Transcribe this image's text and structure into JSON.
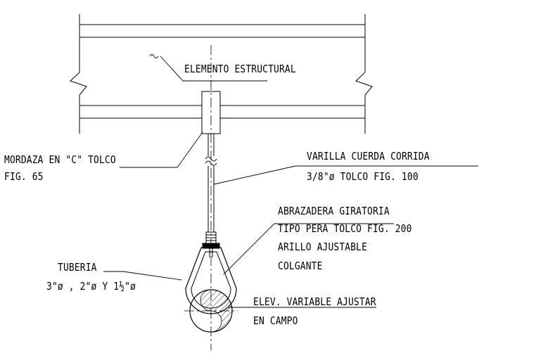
{
  "labels": {
    "structural": "ELEMENTO ESTRUCTURAL",
    "clamp_line1": "MORDAZA EN \"C\" TOLCO",
    "clamp_line2": "FIG. 65",
    "rod_line1": "VARILLA CUERDA CORRIDA",
    "rod_line2": "3/8\"ø TOLCO FIG. 100",
    "hanger_line1": "ABRAZADERA GIRATORIA",
    "hanger_line2a": "TIPO PERA TOLCO",
    "hanger_line2b": " FIG. 200",
    "hanger_line3": "ARILLO AJUSTABLE",
    "hanger_line4": "COLGANTE",
    "pipe_line1": "TUBERIA",
    "pipe_line2": "3\"ø , 2\"ø Y 1½\"ø",
    "elev_line1": "ELEV. VARIABLE AJUSTAR",
    "elev_line2": "EN CAMPO"
  },
  "colors": {
    "line": "#000000",
    "background": "#ffffff"
  }
}
